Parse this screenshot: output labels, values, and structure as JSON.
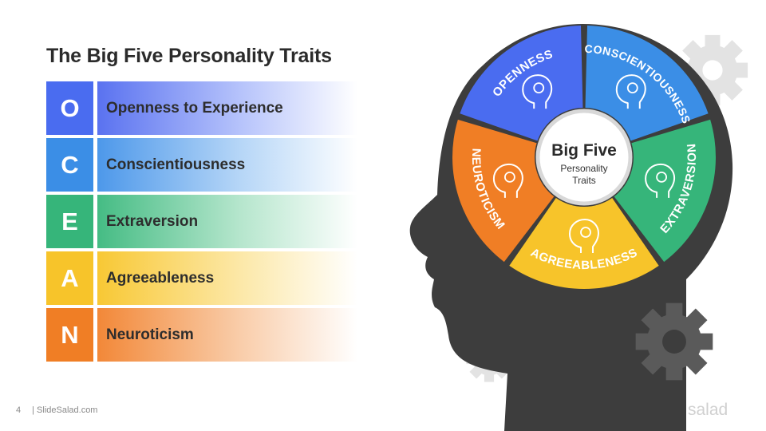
{
  "title": "The Big Five Personality Traits",
  "traits": [
    {
      "letter": "O",
      "label": "Openness to Experience",
      "color": "#4a6cf0"
    },
    {
      "letter": "C",
      "label": "Conscientiousness",
      "color": "#3b8ee6"
    },
    {
      "letter": "E",
      "label": "Extraversion",
      "color": "#36b57a"
    },
    {
      "letter": "A",
      "label": "Agreeableness",
      "color": "#f7c42a"
    },
    {
      "letter": "N",
      "label": "Neuroticism",
      "color": "#f07e25"
    }
  ],
  "wheel": {
    "center_title": "Big Five",
    "center_subtitle_1": "Personality",
    "center_subtitle_2": "Traits",
    "segments": [
      {
        "label": "OPENNESS",
        "color": "#4a6cf0",
        "icon": "lightbulb-head-icon"
      },
      {
        "label": "CONSCIENTIOUSNESS",
        "color": "#3b8ee6",
        "icon": "gear-head-icon"
      },
      {
        "label": "EXTRAVERSION",
        "color": "#36b57a",
        "icon": "speech-head-icon"
      },
      {
        "label": "AGREEABLENESS",
        "color": "#f7c42a",
        "icon": "heart-hand-head-icon"
      },
      {
        "label": "NEUROTICISM",
        "color": "#f07e25",
        "icon": "storm-cloud-head-icon"
      }
    ]
  },
  "footer": {
    "page_number": "4",
    "site": "| SlideSalad.com"
  },
  "brand": "salad"
}
